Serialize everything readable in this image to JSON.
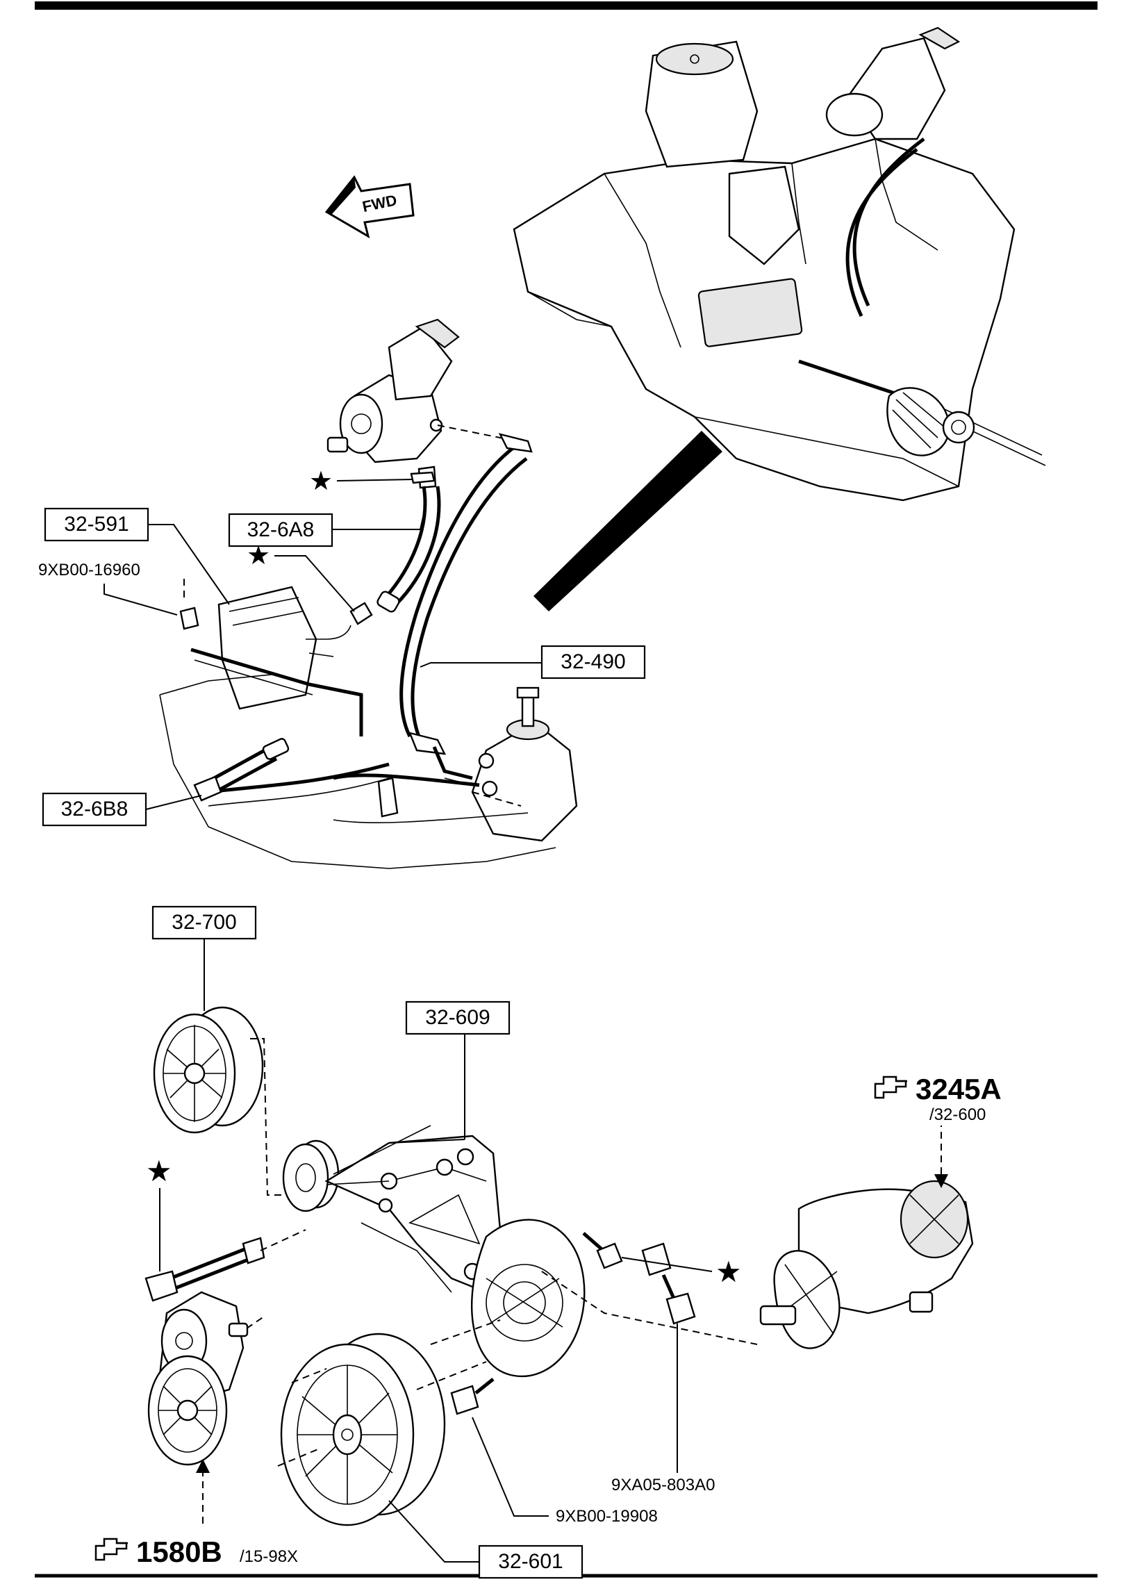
{
  "diagram": {
    "direction_label": "FWD",
    "callouts": {
      "c591": "32-591",
      "c6A8": "32-6A8",
      "c490": "32-490",
      "c6B8": "32-6B8",
      "c700": "32-700",
      "c609": "32-609",
      "c601": "32-601"
    },
    "part_numbers": {
      "p16960": "9XB00-16960",
      "p803": "9XA05-803A0",
      "p19908": "9XB00-19908"
    },
    "references": {
      "r3245": {
        "code": "3245A",
        "sub": "/32-600"
      },
      "r1580": {
        "code": "1580B",
        "sub": "/15-98X"
      }
    },
    "symbols": {
      "star": "★",
      "hand_icon": "pointing-hand-icon"
    }
  }
}
